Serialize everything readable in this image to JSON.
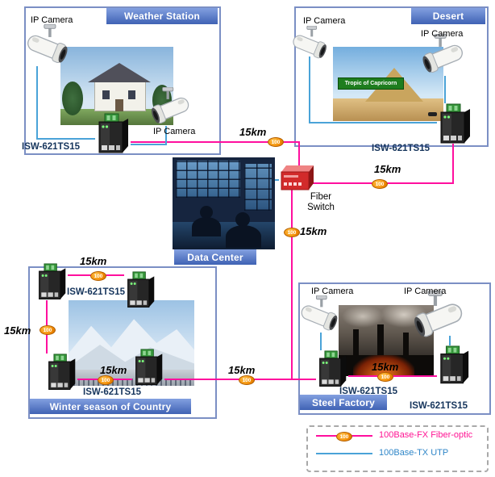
{
  "labels": {
    "distance": "15km",
    "badge": "100",
    "ip_camera": "IP Camera",
    "switch_model": "ISW-621TS15",
    "fiber_switch": "Fiber Switch"
  },
  "regions": {
    "weather_station": {
      "title": "Weather Station"
    },
    "desert": {
      "title": "Desert",
      "sign_text": "Tropic of Capricorn"
    },
    "data_center": {
      "title": "Data Center"
    },
    "winter": {
      "title": "Winter season of Country"
    },
    "steel_factory": {
      "title": "Steel Factory"
    }
  },
  "legend": {
    "fiber_label": "100Base-FX Fiber-optic",
    "utp_label": "100Base-TX UTP"
  },
  "colors": {
    "fiber_line": "#ff0f9e",
    "utp_line": "#4aa3d8",
    "badge_fill": "#f28a00",
    "header_blue": "#3f62b4",
    "model_text": "#16355c"
  }
}
